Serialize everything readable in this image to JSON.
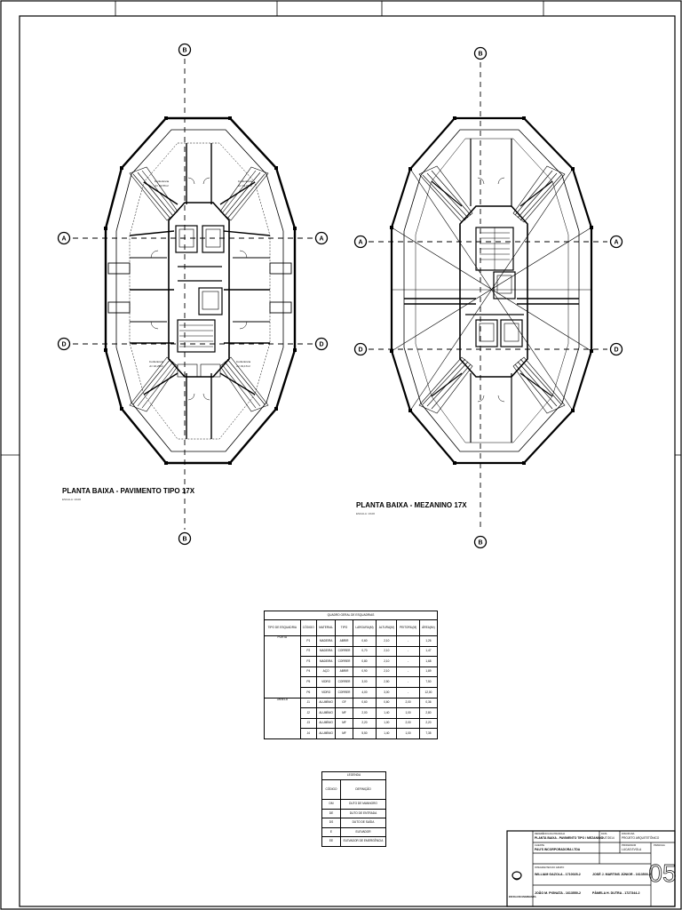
{
  "plans": [
    {
      "title": "PLANTA BAIXA - PAVIMENTO TIPO 17X",
      "scale": "ESCALA: 1/100"
    },
    {
      "title": "PLANTA BAIXA - MEZANINO 17X",
      "scale": "ESCALA: 1/100"
    }
  ],
  "axis_labels": {
    "a": "A",
    "b": "B",
    "d": "D"
  },
  "room_labels": [
    "Conferência",
    "A= 19,57m²",
    "Conferência",
    "A= 13,72m²",
    "Conferência",
    "A= 16,25m²",
    "Conferência",
    "A= 19,17m²"
  ],
  "quadro": {
    "title": "QUADRO GERAL DE ESQUADRIAS",
    "headers": [
      "TIPO DE ESQUADRIA",
      "CÓDIGO",
      "MATERIAL",
      "TIPO",
      "LARGURA(M)",
      "ALTURA(M)",
      "PEITORIL(M)",
      "ÁREA(M²)"
    ],
    "groups": [
      {
        "name": "PORTA",
        "rows": [
          [
            "P1",
            "MADEIRA",
            "ABRIR",
            "0,60",
            "2,10",
            "-",
            "1,26"
          ],
          [
            "P2",
            "MADEIRA",
            "CORRER",
            "0,70",
            "2,10",
            "-",
            "1,47"
          ],
          [
            "P3",
            "MADEIRA",
            "CORRER",
            "0,80",
            "2,10",
            "-",
            "1,68"
          ],
          [
            "P4",
            "AÇO",
            "ABRIR",
            "0,90",
            "2,10",
            "-",
            "1,89"
          ],
          [
            "P5",
            "VIDRO",
            "CORRER",
            "3,00",
            "2,50",
            "-",
            "7,50"
          ],
          [
            "P6",
            "VIDRO",
            "CORRER",
            "4,00",
            "3,00",
            "-",
            "12,00"
          ]
        ]
      },
      {
        "name": "JANELA",
        "rows": [
          [
            "J1",
            "ALUMÍNIO",
            "GF",
            "0,60",
            "0,60",
            "2,00",
            "0,36"
          ],
          [
            "J2",
            "ALUMÍNIO",
            "MF",
            "2,00",
            "1,40",
            "1,00",
            "2,80"
          ],
          [
            "J3",
            "ALUMÍNIO",
            "MF",
            "2,20",
            "1,00",
            "2,00",
            "2,20"
          ],
          [
            "J4",
            "ALUMÍNIO",
            "MF",
            "5,50",
            "1,40",
            "1,00",
            "7,35"
          ]
        ]
      }
    ]
  },
  "legenda": {
    "title": "LEGENDA",
    "headers": [
      "CÓDIGO",
      "DEFINIÇÃO"
    ],
    "rows": [
      [
        "DM",
        "DUTO DE MANNORO"
      ],
      [
        "DE",
        "DUTO DE ENTRADA"
      ],
      [
        "DS",
        "DUTO DE SAÍDA"
      ],
      [
        "E",
        "ELEVADOR"
      ],
      [
        "EE",
        "ELEVADOR DE EMERGÊNCIA"
      ]
    ]
  },
  "title_block": {
    "referencia_label": "REFERÊNCIA DA PRANCHA",
    "referencia": "PLANTA BAIXA - PAVIMENTO TIPO / MEZANINO",
    "data_label": "DATA",
    "data": "OUT/2014",
    "disciplina_label": "DISCIPLINA",
    "disciplina": "PROJETO ARQUITETÔNICO",
    "cliente_label": "CLIENTE",
    "cliente": "PAU'S INCORPORADORA LTDA",
    "professor_label": "PROFESSOR",
    "professor": "LUCAS EVOLA",
    "integrantes_label": "INTEGRANTES DO GRUPO",
    "integrante1": "WILLIAM GAZOLA - 1710025-2",
    "integrante2": "JOÃO M. PIGNATA - 1613550-2",
    "integrante3": "JOSÉ J. MARTINS JÚNIOR - 1613500-2",
    "integrante4": "PÂMELA H. DUTRA - 1727344-2",
    "prancha_label": "PRANCHA",
    "prancha_number": "05",
    "logo_text": "ESCOLA DE ENGENHARIA"
  }
}
